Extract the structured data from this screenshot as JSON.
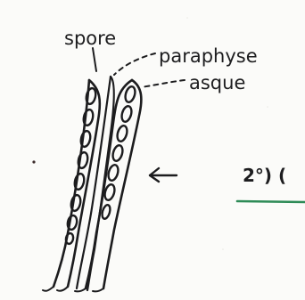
{
  "labels": {
    "spore": "spore",
    "paraphyse": "paraphyse",
    "asque": "asque",
    "side_note": "2°) ("
  },
  "colors": {
    "paper": "#fbfbf9",
    "ink": "#1c1c1e",
    "underline": "#2e8b57"
  },
  "icons": {
    "pointer": "left-arrow-icon"
  }
}
